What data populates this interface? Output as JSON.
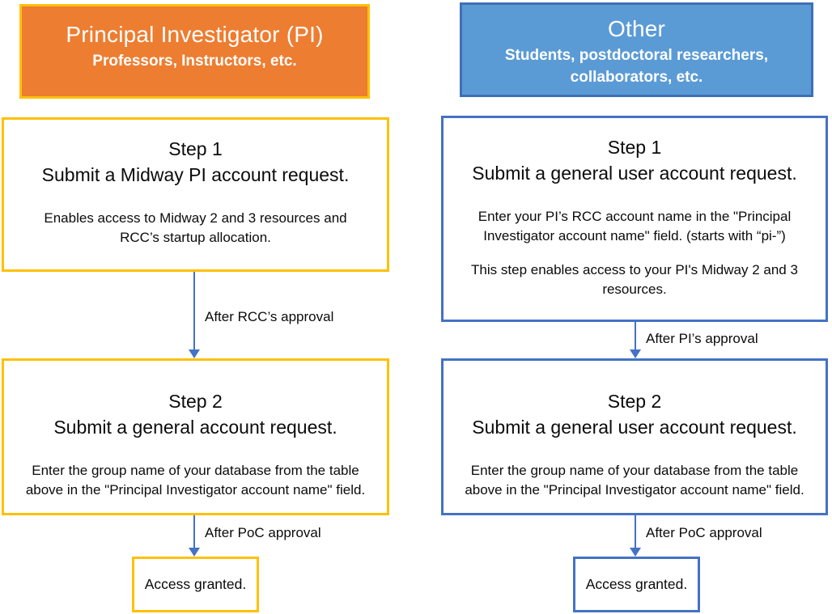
{
  "colors": {
    "orange_fill": "#ED7D31",
    "gold_border": "#FFC008",
    "blue_fill": "#5B9BD5",
    "blue_header_border": "#3E6FB8",
    "blue_border": "#4472C4",
    "arrow": "#4472C4"
  },
  "pi_column": {
    "header": {
      "title": "Principal Investigator (PI)",
      "subtitle": "Professors, Instructors, etc."
    },
    "step1": {
      "title_line1": "Step 1",
      "title_line2": "Submit a Midway PI account request.",
      "body": "Enables access to Midway 2 and 3 resources and RCC’s startup allocation."
    },
    "arrow1_label": "After RCC’s approval",
    "step2": {
      "title_line1": "Step 2",
      "title_line2": "Submit a general account request.",
      "body": "Enter the group name of your database from the table above in the \"Principal Investigator account name\" field."
    },
    "arrow2_label": "After PoC approval",
    "result": "Access granted."
  },
  "other_column": {
    "header": {
      "title": "Other",
      "subtitle": "Students, postdoctoral researchers, collaborators, etc."
    },
    "step1": {
      "title_line1": "Step 1",
      "title_line2": "Submit a general user account request.",
      "body_p1": "Enter your PI’s RCC account name in the \"Principal Investigator account name\" field. (starts with “pi-”)",
      "body_p2": "This step enables access to your PI's Midway 2 and 3 resources."
    },
    "arrow1_label": "After PI’s approval",
    "step2": {
      "title_line1": "Step 2",
      "title_line2": "Submit a general user account request.",
      "body": "Enter the group name of your database from the table above in the \"Principal Investigator account name\" field."
    },
    "arrow2_label": "After PoC approval",
    "result": "Access granted."
  }
}
